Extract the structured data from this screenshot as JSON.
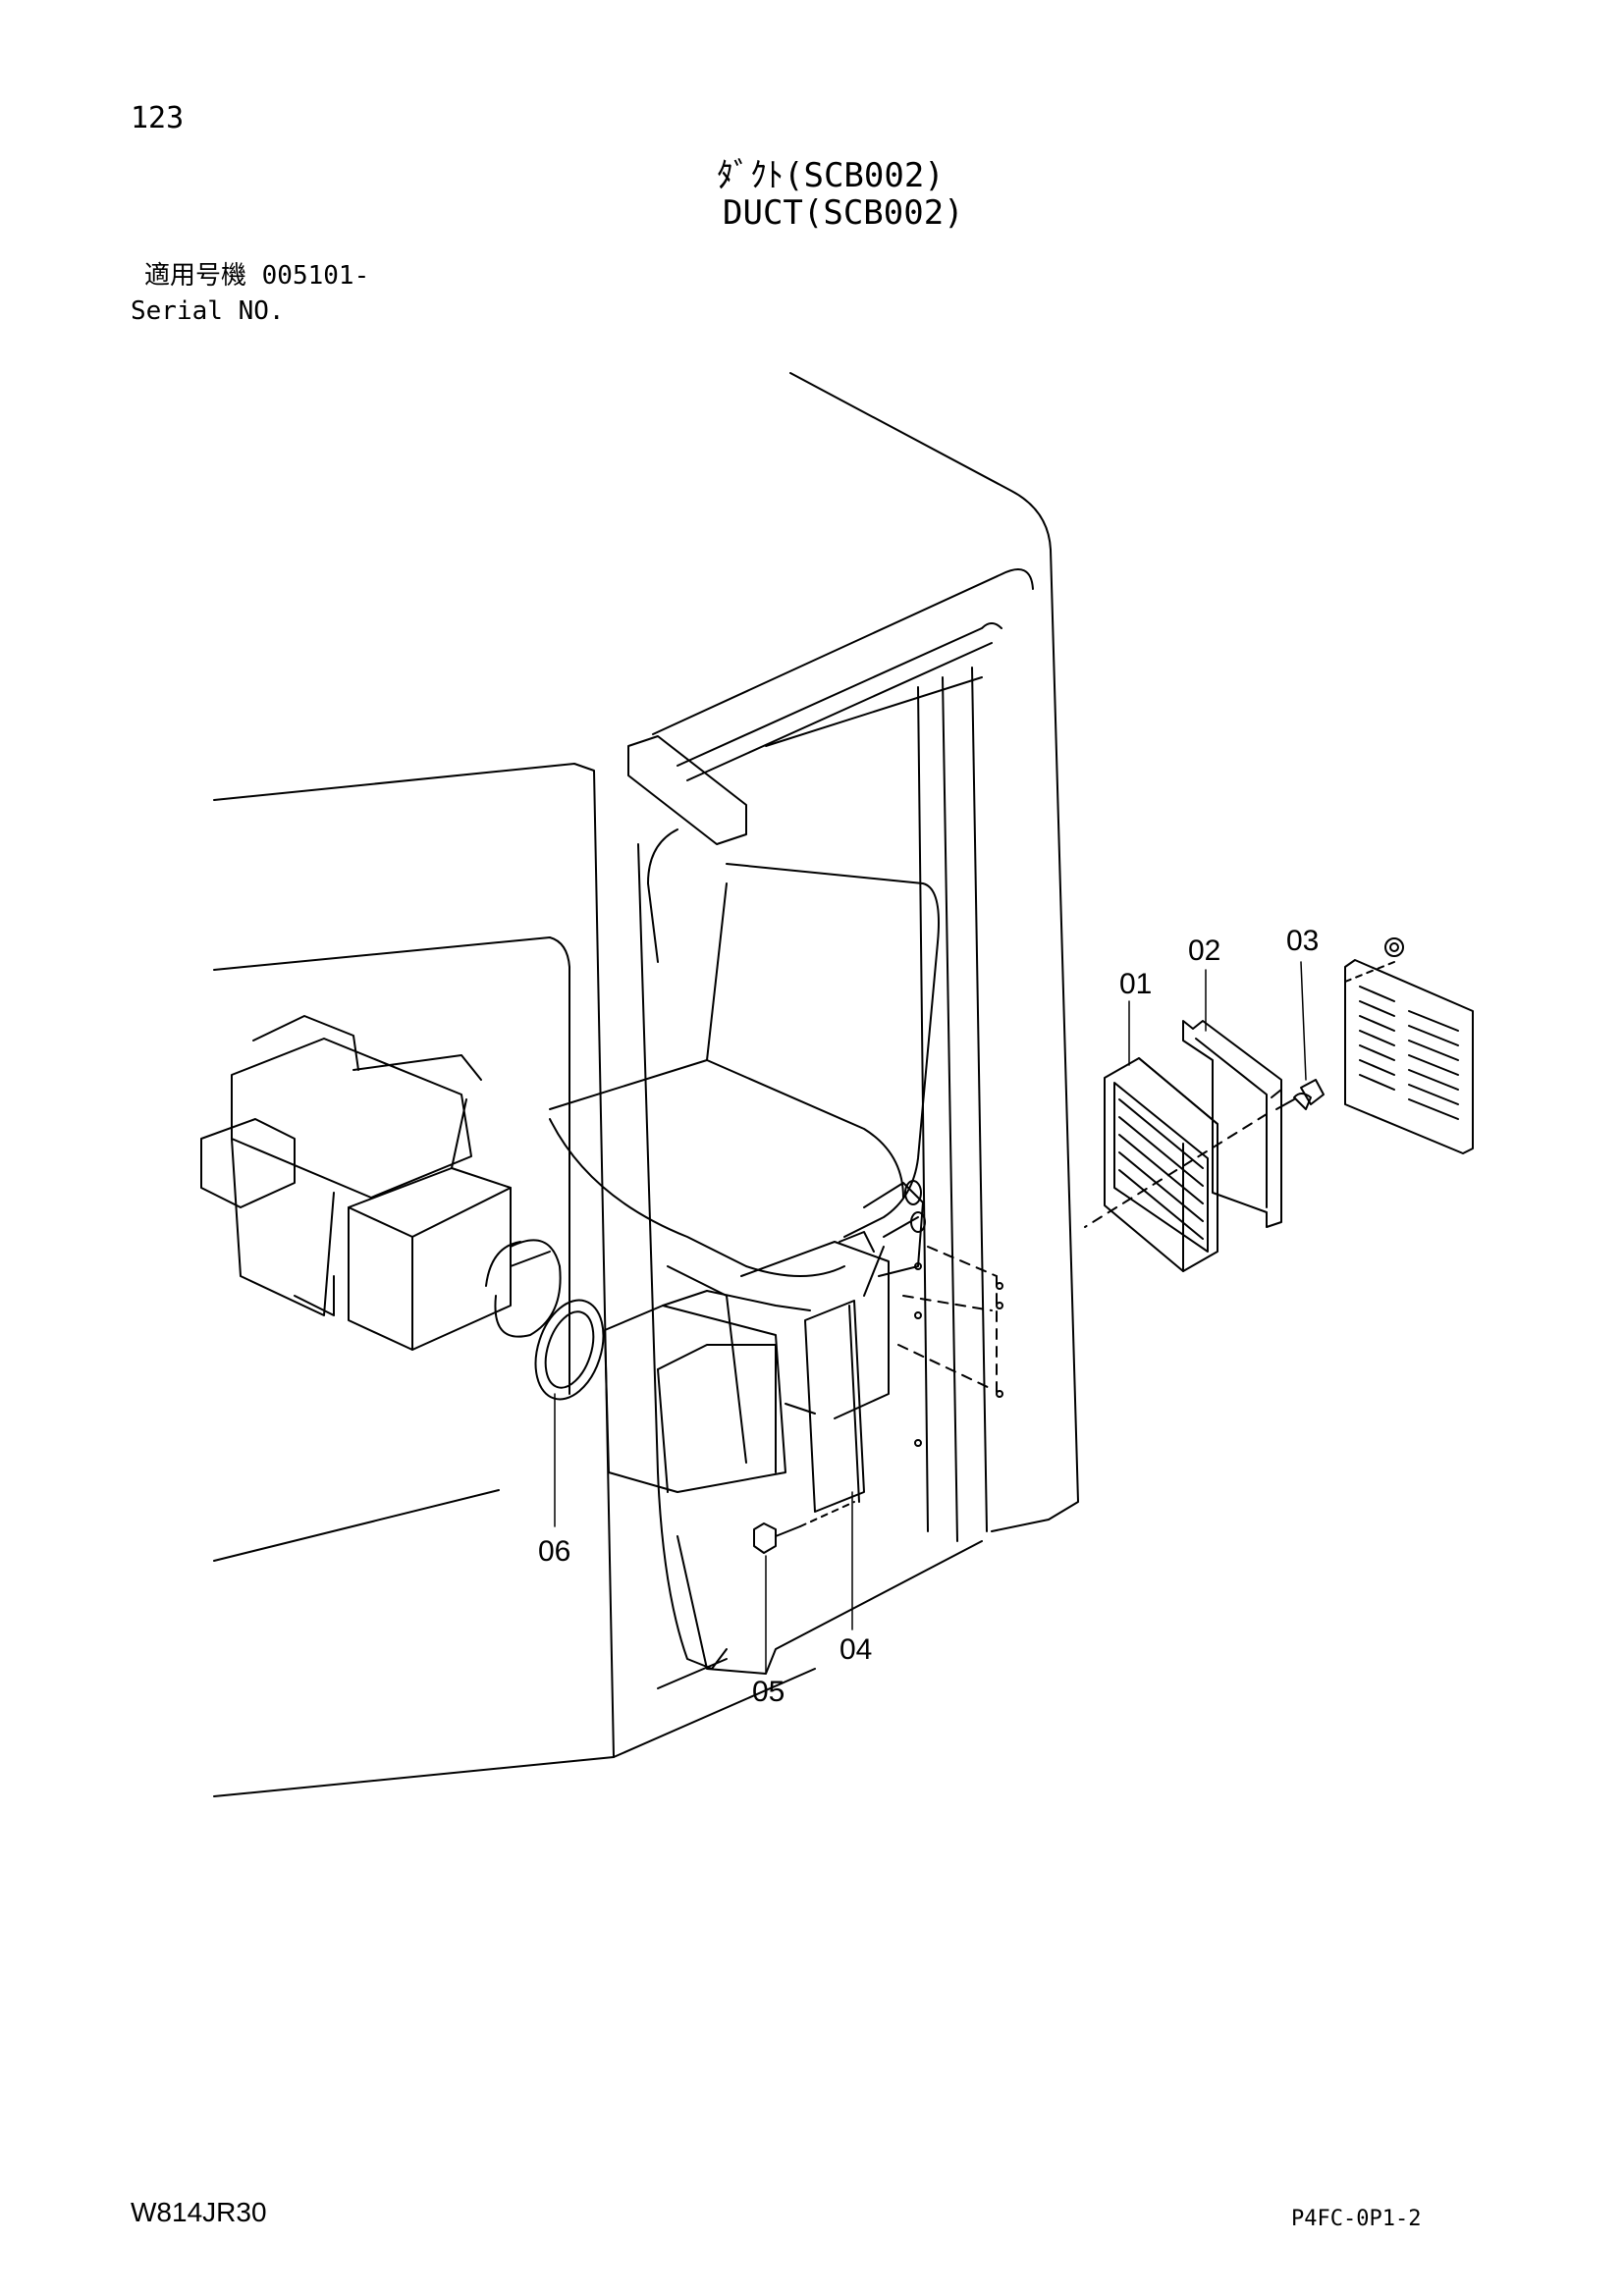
{
  "header": {
    "page_number": "123",
    "title_ja": "ﾀﾞｸﾄ(SCB002)",
    "title_en": "DUCT(SCB002)",
    "serial_label_ja": "適用号機 005101-",
    "serial_label_en": "Serial NO."
  },
  "footer": {
    "doc_code": "W814JR30",
    "page_code": "P4FC-0P1-2"
  },
  "callouts": {
    "c01": "01",
    "c02": "02",
    "c03": "03",
    "c04": "04",
    "c05": "05",
    "c06": "06"
  }
}
